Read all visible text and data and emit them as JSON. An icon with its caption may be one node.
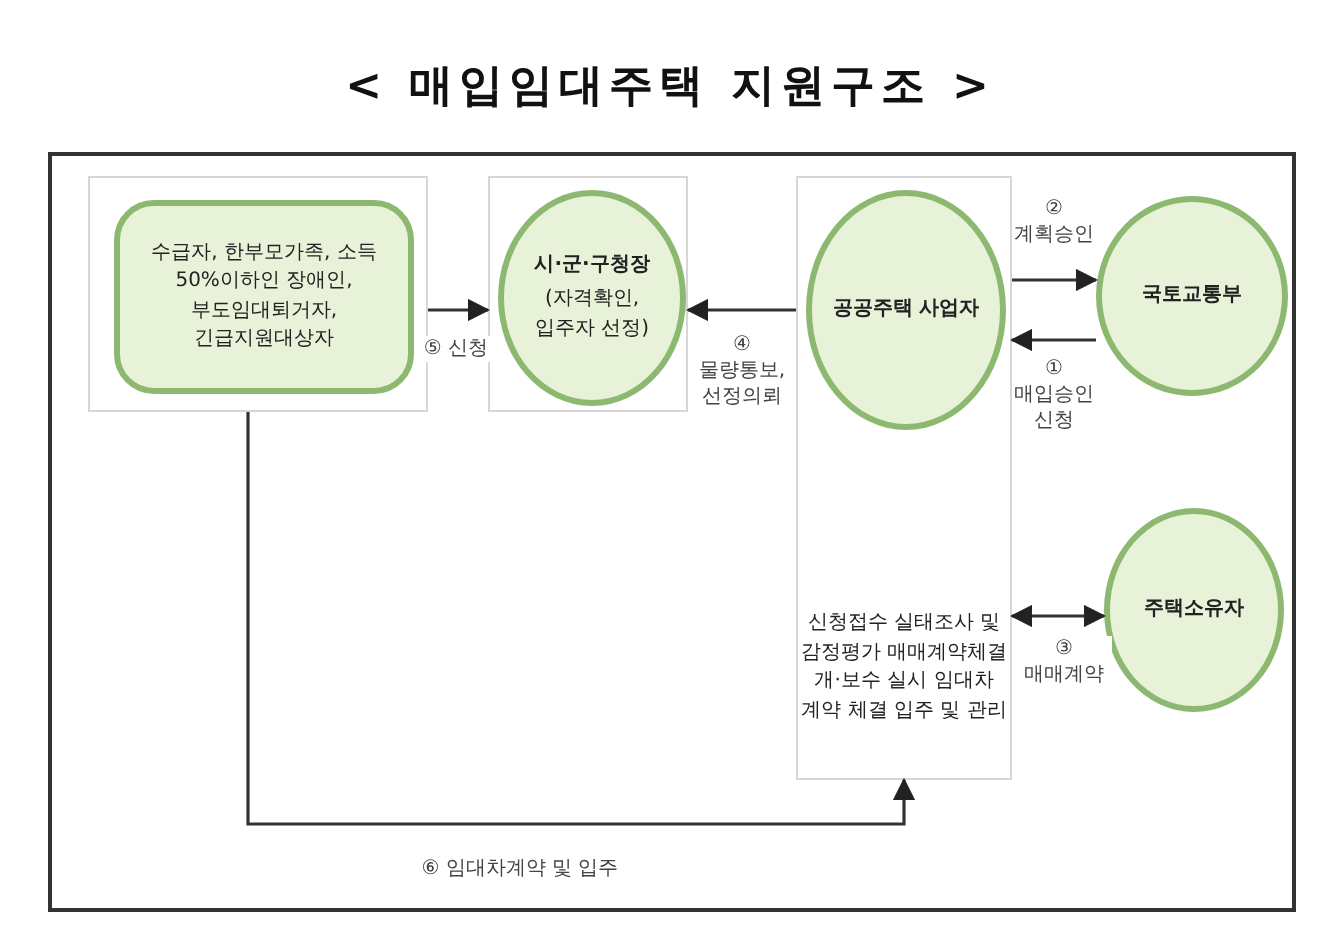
{
  "diagram": {
    "title": "< 매입임대주택 지원구조 >",
    "nodes": [
      {
        "text": [],
        "shape": "box"
      },
      {
        "text": [
          "수급자, 한부모가족, 소득 50%이하인 장애인, 부도임대퇴거자, 긴급지원대상자"
        ],
        "in": 0
      },
      {
        "text": [],
        "shape": "box"
      },
      {
        "text": [
          "시·군·구청장",
          "(자격확인, 입주자 선정)"
        ],
        "in": 2
      },
      {
        "text": [
          "신청접수 실태조사 및 감정평가 매매계약체결 개·보수 실시 임대차 계약 체결 입주 및 관리"
        ]
      },
      {
        "text": [
          "공공주택 사업자"
        ],
        "in": 4
      },
      {
        "text": [
          "국토교통부"
        ]
      },
      {
        "text": [
          "주택소유자"
        ]
      }
    ],
    "edges": [
      {
        "from": 0,
        "to": 2,
        "arrow": "to",
        "label": "⑤ 신청"
      },
      {
        "from": 4,
        "to": 2,
        "arrow": "to",
        "label": "④ 물량통보, 선정의뢰"
      },
      {
        "from": 4,
        "to": 6,
        "arrow": "to",
        "label": "② 계획승인"
      },
      {
        "from": 6,
        "to": 4,
        "arrow": "to",
        "label": "① 매입승인 신청"
      },
      {
        "from": 4,
        "to": 7,
        "arrow": "both",
        "label": "③ 매매계약"
      },
      {
        "from": 0,
        "to": 4,
        "arrow": "to",
        "label": "⑥ 임대차계약 및 입주"
      }
    ]
  }
}
